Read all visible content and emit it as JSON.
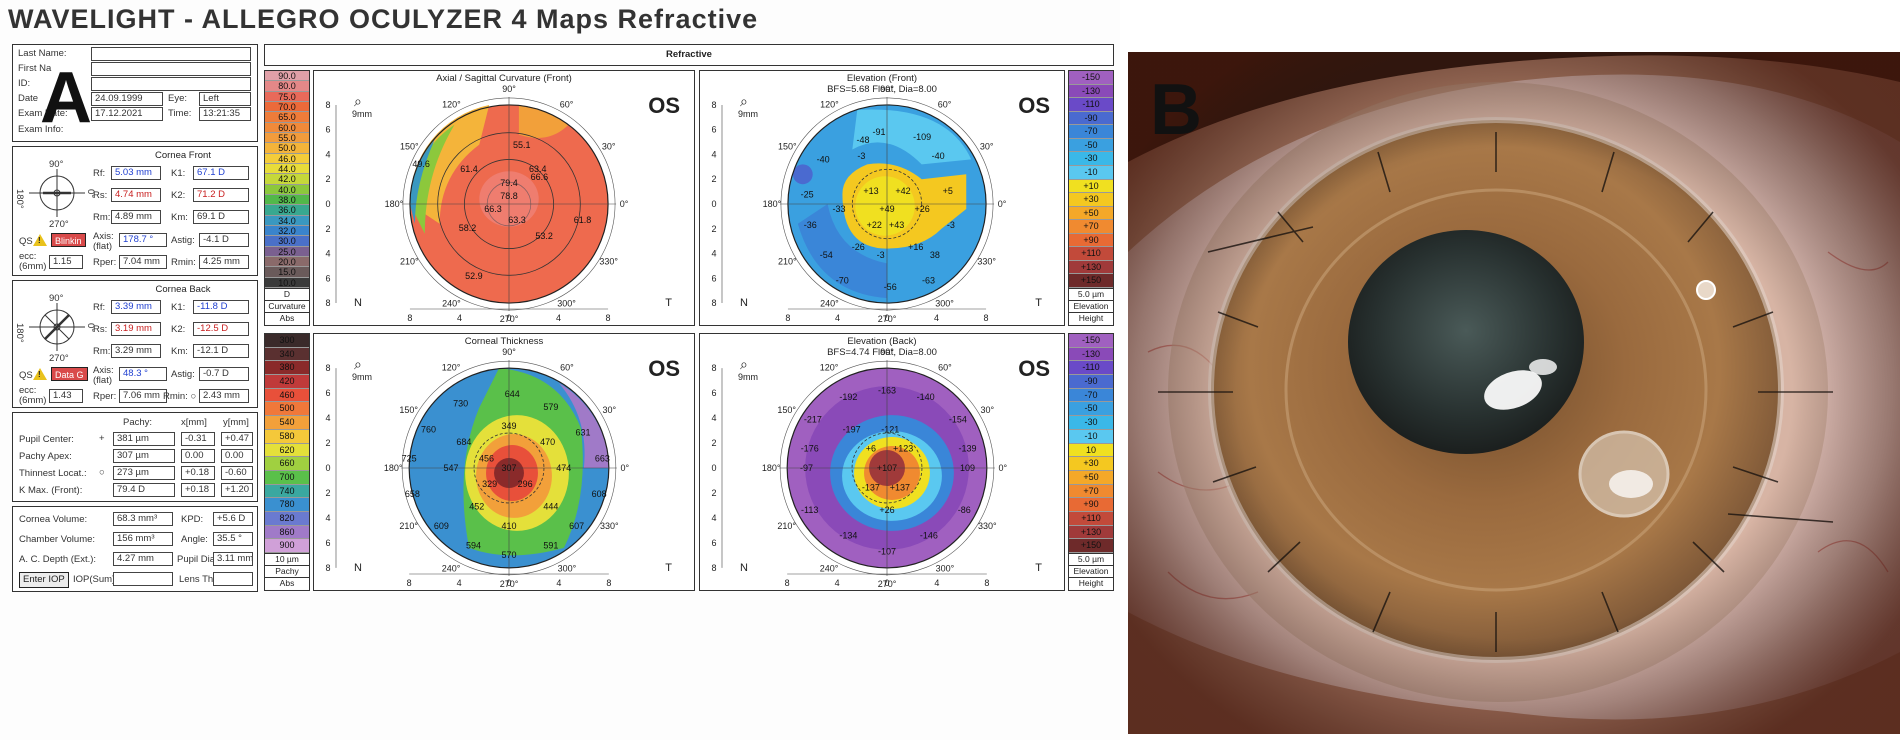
{
  "panel_a": {
    "letter": "A",
    "title": "WAVELIGHT  -  ALLEGRO OCULYZER   4 Maps Refractive",
    "patient": {
      "last_name_label": "Last Name:",
      "first_name_label": "First Na",
      "id_label": "ID:",
      "dob_label": "Date",
      "dob_value": "24.09.1999",
      "eye_label": "Eye:",
      "eye_value": "Left",
      "exam_date_label": "Exam Date:",
      "exam_date_value": "17.12.2021",
      "time_label": "Time:",
      "time_value": "13:21:35",
      "exam_info_label": "Exam Info:"
    },
    "cornea_front": {
      "header": "Cornea Front",
      "rf_label": "Rf:",
      "rf": "5.03 mm",
      "k1_label": "K1:",
      "k1": "67.1 D",
      "rs_label": "Rs:",
      "rs": "4.74 mm",
      "k2_label": "K2:",
      "k2": "71.2 D",
      "rm_label": "Rm:",
      "rm": "4.89 mm",
      "km_label": "Km:",
      "km": "69.1 D",
      "qs_label": "QS",
      "qs_tag": "Blinkin",
      "axis_label": "Axis:",
      "axis_sub": "(flat)",
      "axis": "178.7 °",
      "astig_label": "Astig:",
      "astig": "-4.1 D",
      "ecc_label": "ecc:",
      "ecc_sub": "(6mm)",
      "ecc": "1.15",
      "rper_label": "Rper:",
      "rper": "7.04 mm",
      "rmin_label": "Rmin:",
      "rmin": "4.25 mm"
    },
    "cornea_back": {
      "header": "Cornea Back",
      "rf_label": "Rf:",
      "rf": "3.39 mm",
      "k1_label": "K1:",
      "k1": "-11.8 D",
      "rs_label": "Rs:",
      "rs": "3.19 mm",
      "k2_label": "K2:",
      "k2": "-12.5 D",
      "rm_label": "Rm:",
      "rm": "3.29 mm",
      "km_label": "Km:",
      "km": "-12.1 D",
      "qs_label": "QS",
      "qs_tag": "Data G",
      "axis_label": "Axis:",
      "axis_sub": "(flat)",
      "axis": "48.3 °",
      "astig_label": "Astig:",
      "astig": "-0.7 D",
      "ecc_label": "ecc:",
      "ecc_sub": "(6mm)",
      "ecc": "1.43",
      "rper_label": "Rper:",
      "rper": "7.06 mm",
      "rmin_label": "Rmin: ○",
      "rmin": "2.43 mm"
    },
    "compass": {
      "top": "90°",
      "left": "180°",
      "right": "0°",
      "bottom": "270°"
    },
    "pachy": {
      "col_pachy": "Pachy:",
      "col_x": "x[mm]",
      "col_y": "y[mm]",
      "rows": [
        {
          "label": "Pupil Center:",
          "mark": "+",
          "pachy": "381 µm",
          "x": "-0.31",
          "y": "+0.47"
        },
        {
          "label": "Pachy Apex:",
          "mark": "",
          "pachy": "307 µm",
          "x": "0.00",
          "y": "0.00"
        },
        {
          "label": "Thinnest Locat.:",
          "mark": "○",
          "pachy": "273 µm",
          "x": "+0.18",
          "y": "-0.60"
        },
        {
          "label": "K Max. (Front):",
          "mark": "",
          "pachy": "79.4 D",
          "x": "+0.18",
          "y": "+1.20"
        }
      ]
    },
    "volumes": {
      "cornea_volume_label": "Cornea Volume:",
      "cornea_volume": "68.3 mm³",
      "kpd_label": "KPD:",
      "kpd": "+5.6 D",
      "chamber_volume_label": "Chamber Volume:",
      "chamber_volume": "156 mm³",
      "angle_label": "Angle:",
      "angle": "35.5 °",
      "ac_depth_label": "A. C. Depth (Ext.):",
      "ac_depth": "4.27 mm",
      "pupil_dia_label": "Pupil Dia:",
      "pupil_dia": "3.11 mm",
      "enter_iop": "Enter IOP",
      "iop_label": "IOP(Sum):",
      "lens_label": "Lens Th.:"
    },
    "refractive_header": "Refractive",
    "scales": {
      "curvature": {
        "values": [
          "90.0",
          "80.0",
          "75.0",
          "70.0",
          "65.0",
          "60.0",
          "55.0",
          "50.0",
          "46.0",
          "44.0",
          "42.0",
          "40.0",
          "38.0",
          "36.0",
          "34.0",
          "32.0",
          "30.0",
          "25.0",
          "20.0",
          "15.0",
          "10.0"
        ],
        "colors": [
          "#e0a0a8",
          "#e48888",
          "#e86a5a",
          "#ec6a3a",
          "#ee7c3a",
          "#f08a3a",
          "#f29c3c",
          "#f4b43a",
          "#f4cc3a",
          "#e8dc3a",
          "#c6d83a",
          "#8cc83c",
          "#52b84a",
          "#38a890",
          "#3a98c0",
          "#3a84cc",
          "#4a70c8",
          "#7a6090",
          "#8a6a6a",
          "#6a5a5a",
          "#3a3a3a"
        ],
        "unit": "D",
        "name": "Curvature",
        "mode": "Abs"
      },
      "elev_front": {
        "values": [
          "-150",
          "-130",
          "-110",
          "-90",
          "-70",
          "-50",
          "-30",
          "-10",
          "+10",
          "+30",
          "+50",
          "+70",
          "+90",
          "+110",
          "+130",
          "+150"
        ],
        "colors": [
          "#a060c0",
          "#8a4ab8",
          "#6a4ac8",
          "#4a6ad0",
          "#3a86d8",
          "#3aa0e0",
          "#3ab8e8",
          "#5ac8f0",
          "#f0e020",
          "#f4c820",
          "#f4a828",
          "#f08a30",
          "#e86a34",
          "#c24a3a",
          "#a03a3a",
          "#6e2a2a"
        ],
        "unit": "5.0 µm",
        "name": "Elevation",
        "mode": "Height"
      },
      "thickness": {
        "values": [
          "300",
          "340",
          "380",
          "420",
          "460",
          "500",
          "540",
          "580",
          "620",
          "660",
          "700",
          "740",
          "780",
          "820",
          "860",
          "900"
        ],
        "colors": [
          "#3a2a2a",
          "#5a3030",
          "#8a2a2a",
          "#c03a3a",
          "#e8503a",
          "#f0783a",
          "#f2a03a",
          "#f4c83a",
          "#e4e03a",
          "#a0d040",
          "#5ac04a",
          "#3aa8a0",
          "#3a90d0",
          "#6a7ad0",
          "#a07ac8",
          "#d0a0d8"
        ],
        "unit": "10 µm",
        "name": "Pachy",
        "mode": "Abs"
      },
      "elev_back": {
        "values": [
          "-150",
          "-130",
          "-110",
          "-90",
          "-70",
          "-50",
          "-30",
          "-10",
          "10",
          "+30",
          "+50",
          "+70",
          "+90",
          "+110",
          "+130",
          "+150"
        ],
        "colors": [
          "#a060c0",
          "#8a4ab8",
          "#6a4ac8",
          "#4a6ad0",
          "#3a86d8",
          "#3aa0e0",
          "#3ab8e8",
          "#5ac8f0",
          "#f0e020",
          "#f4c820",
          "#f4a828",
          "#f08a30",
          "#e86a34",
          "#c24a3a",
          "#a03a3a",
          "#6e2a2a"
        ],
        "unit": "5.0 µm",
        "name": "Elevation",
        "mode": "Height"
      }
    },
    "maps": [
      {
        "title": "Axial / Sagittal Curvature (Front)",
        "subtitle": "",
        "os": "OS",
        "mag": "9mm",
        "values": [
          {
            "t": "79.4",
            "x": 0,
            "y": -1.3
          },
          {
            "t": "78.8",
            "x": 0,
            "y": -0.5
          },
          {
            "t": "55.1",
            "x": 0.8,
            "y": -3.7
          },
          {
            "t": "49.6",
            "x": -5.5,
            "y": -2.5
          },
          {
            "t": "61.4",
            "x": -2.5,
            "y": -2.2
          },
          {
            "t": "63.4",
            "x": 1.8,
            "y": -2.2
          },
          {
            "t": "66.6",
            "x": 1.9,
            "y": -1.7
          },
          {
            "t": "66.3",
            "x": -1.0,
            "y": 0.3
          },
          {
            "t": "63.3",
            "x": 0.5,
            "y": 1.0
          },
          {
            "t": "58.2",
            "x": -2.6,
            "y": 1.5
          },
          {
            "t": "61.8",
            "x": 4.6,
            "y": 1.0
          },
          {
            "t": "53.2",
            "x": 2.2,
            "y": 2.0
          },
          {
            "t": "52.9",
            "x": -2.2,
            "y": 4.5
          }
        ]
      },
      {
        "title": "Elevation (Front)",
        "subtitle": "BFS=5.68 Float, Dia=8.00",
        "os": "OS",
        "mag": "9mm",
        "values": [
          {
            "t": "-91",
            "x": -0.5,
            "y": -4.5
          },
          {
            "t": "-109",
            "x": 2.2,
            "y": -4.2
          },
          {
            "t": "-48",
            "x": -1.5,
            "y": -4.0
          },
          {
            "t": "-40",
            "x": -4.0,
            "y": -2.8
          },
          {
            "t": "-40",
            "x": 3.2,
            "y": -3.0
          },
          {
            "t": "-3",
            "x": -1.6,
            "y": -3.0
          },
          {
            "t": "-25",
            "x": -5.0,
            "y": -0.6
          },
          {
            "t": "+13",
            "x": -1.0,
            "y": -0.8
          },
          {
            "t": "+42",
            "x": 1.0,
            "y": -0.8
          },
          {
            "t": "+5",
            "x": 3.8,
            "y": -0.8
          },
          {
            "t": "-33",
            "x": -3.0,
            "y": 0.3
          },
          {
            "t": "+49",
            "x": 0.0,
            "y": 0.3
          },
          {
            "t": "+26",
            "x": 2.2,
            "y": 0.3
          },
          {
            "t": "-36",
            "x": -4.8,
            "y": 1.3
          },
          {
            "t": "+22",
            "x": -0.8,
            "y": 1.3
          },
          {
            "t": "+43",
            "x": 0.6,
            "y": 1.3
          },
          {
            "t": "-3",
            "x": 4.0,
            "y": 1.3
          },
          {
            "t": "-26",
            "x": -1.8,
            "y": 2.7
          },
          {
            "t": "+16",
            "x": 1.8,
            "y": 2.7
          },
          {
            "t": "-54",
            "x": -3.8,
            "y": 3.2
          },
          {
            "t": "-3",
            "x": -0.4,
            "y": 3.2
          },
          {
            "t": "38",
            "x": 3.0,
            "y": 3.2
          },
          {
            "t": "-70",
            "x": -2.8,
            "y": 4.8
          },
          {
            "t": "-56",
            "x": 0.2,
            "y": 5.2
          },
          {
            "t": "-63",
            "x": 2.6,
            "y": 4.8
          }
        ]
      },
      {
        "title": "Corneal Thickness",
        "subtitle": "",
        "os": "OS",
        "mag": "9mm",
        "values": [
          {
            "t": "644",
            "x": 0.2,
            "y": -4.6
          },
          {
            "t": "730",
            "x": -3.0,
            "y": -4.0
          },
          {
            "t": "579",
            "x": 2.6,
            "y": -3.8
          },
          {
            "t": "760",
            "x": -5.0,
            "y": -2.4
          },
          {
            "t": "684",
            "x": -2.8,
            "y": -1.6
          },
          {
            "t": "470",
            "x": 2.4,
            "y": -1.6
          },
          {
            "t": "631",
            "x": 4.6,
            "y": -2.2
          },
          {
            "t": "349",
            "x": 0.0,
            "y": -2.6
          },
          {
            "t": "456",
            "x": -1.4,
            "y": -0.6
          },
          {
            "t": "307",
            "x": 0.0,
            "y": 0.0
          },
          {
            "t": "329",
            "x": -1.2,
            "y": 1.0
          },
          {
            "t": "296",
            "x": 1.0,
            "y": 1.0
          },
          {
            "t": "725",
            "x": -6.2,
            "y": -0.6
          },
          {
            "t": "547",
            "x": -3.6,
            "y": 0.0
          },
          {
            "t": "474",
            "x": 3.4,
            "y": 0.0
          },
          {
            "t": "663",
            "x": 5.8,
            "y": -0.6
          },
          {
            "t": "658",
            "x": -6.0,
            "y": 1.6
          },
          {
            "t": "608",
            "x": 5.6,
            "y": 1.6
          },
          {
            "t": "452",
            "x": -2.0,
            "y": 2.4
          },
          {
            "t": "444",
            "x": 2.6,
            "y": 2.4
          },
          {
            "t": "410",
            "x": 0.0,
            "y": 3.6
          },
          {
            "t": "609",
            "x": -4.2,
            "y": 3.6
          },
          {
            "t": "607",
            "x": 4.2,
            "y": 3.6
          },
          {
            "t": "594",
            "x": -2.2,
            "y": 4.8
          },
          {
            "t": "591",
            "x": 2.6,
            "y": 4.8
          },
          {
            "t": "570",
            "x": 0.0,
            "y": 5.4
          }
        ]
      },
      {
        "title": "Elevation (Back)",
        "subtitle": "BFS=4.74 Float, Dia=8.00",
        "os": "OS",
        "mag": "9mm",
        "values": [
          {
            "t": "-163",
            "x": 0.0,
            "y": -4.8
          },
          {
            "t": "-192",
            "x": -2.4,
            "y": -4.4
          },
          {
            "t": "-140",
            "x": 2.4,
            "y": -4.4
          },
          {
            "t": "-217",
            "x": -4.6,
            "y": -3.0
          },
          {
            "t": "-154",
            "x": 4.4,
            "y": -3.0
          },
          {
            "t": "-197",
            "x": -2.2,
            "y": -2.4
          },
          {
            "t": "-121",
            "x": 0.2,
            "y": -2.4
          },
          {
            "t": "-176",
            "x": -4.8,
            "y": -1.2
          },
          {
            "t": "+6",
            "x": -1.0,
            "y": -1.2
          },
          {
            "t": "+123",
            "x": 1.0,
            "y": -1.2
          },
          {
            "t": "-139",
            "x": 5.0,
            "y": -1.2
          },
          {
            "t": "-97",
            "x": -5.0,
            "y": 0.0
          },
          {
            "t": "+107",
            "x": 0.0,
            "y": 0.0
          },
          {
            "t": "109",
            "x": 5.0,
            "y": 0.0
          },
          {
            "t": "-137",
            "x": -1.0,
            "y": 1.2
          },
          {
            "t": "+137",
            "x": 0.8,
            "y": 1.2
          },
          {
            "t": "-113",
            "x": -4.8,
            "y": 2.6
          },
          {
            "t": "-86",
            "x": 4.8,
            "y": 2.6
          },
          {
            "t": "+26",
            "x": 0.0,
            "y": 2.6
          },
          {
            "t": "-134",
            "x": -2.4,
            "y": 4.2
          },
          {
            "t": "-146",
            "x": 2.6,
            "y": 4.2
          },
          {
            "t": "-107",
            "x": 0.0,
            "y": 5.2
          }
        ]
      }
    ],
    "axis": {
      "x_ticks": [
        "8",
        "4",
        "0",
        "4",
        "8"
      ],
      "y_ticks": [
        "8",
        "6",
        "4",
        "2",
        "0",
        "2",
        "4",
        "6",
        "8"
      ],
      "nasal": "N",
      "temporal": "T",
      "angles": [
        "90°",
        "60°",
        "30°",
        "0°",
        "330°",
        "300°",
        "270°",
        "240°",
        "210°",
        "180°",
        "150°",
        "120°"
      ]
    }
  },
  "panel_b": {
    "letter": "B"
  },
  "colors": {
    "accent_blue": "#1f3fd0",
    "accent_red": "#c81e1e",
    "warn_yellow": "#e9c21c"
  }
}
